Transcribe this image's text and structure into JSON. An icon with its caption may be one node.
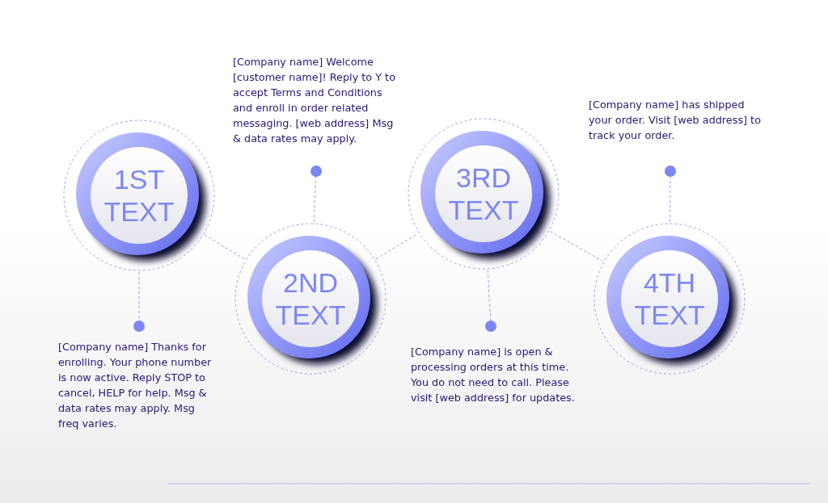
{
  "diagram": {
    "nodes": [
      {
        "text": [
          "1ST TEXT"
        ]
      },
      {
        "text": [
          "2ND TEXT"
        ]
      },
      {
        "text": [
          "3RD TEXT"
        ]
      },
      {
        "text": [
          "4TH TEXT"
        ]
      },
      {
        "text": [],
        "shape": "circle",
        "beside": [
          "[Company name] Thanks for enrolling. Your phone number is now active. Reply STOP to cancel, HELP for help. Msg & data rates may apply. Msg freq varies."
        ]
      },
      {
        "text": [],
        "shape": "circle",
        "beside": [
          "[Company name] Welcome [customer name]! Reply to Y to accept Terms and Conditions and enroll in order related messaging. [web address] Msg & data rates may apply."
        ]
      },
      {
        "text": [],
        "shape": "circle",
        "beside": [
          "[Company name] is open & processing orders at this time. You do not need to call. Please visit [web address] for updates."
        ]
      },
      {
        "text": [],
        "shape": "circle",
        "beside": [
          "[Company name] has shipped your order. Visit [web address] to track your order."
        ]
      }
    ],
    "edges": [
      {
        "from": 0,
        "to": 1,
        "arrow": "none",
        "style": "dashed"
      },
      {
        "from": 1,
        "to": 2,
        "arrow": "none",
        "style": "dashed"
      },
      {
        "from": 2,
        "to": 3,
        "arrow": "none",
        "style": "dashed"
      },
      {
        "from": 0,
        "to": 4,
        "arrow": "none",
        "style": "dashed"
      },
      {
        "from": 1,
        "to": 5,
        "arrow": "none",
        "style": "dashed"
      },
      {
        "from": 2,
        "to": 6,
        "arrow": "none",
        "style": "dashed"
      },
      {
        "from": 3,
        "to": 7,
        "arrow": "none",
        "style": "dashed"
      }
    ]
  }
}
